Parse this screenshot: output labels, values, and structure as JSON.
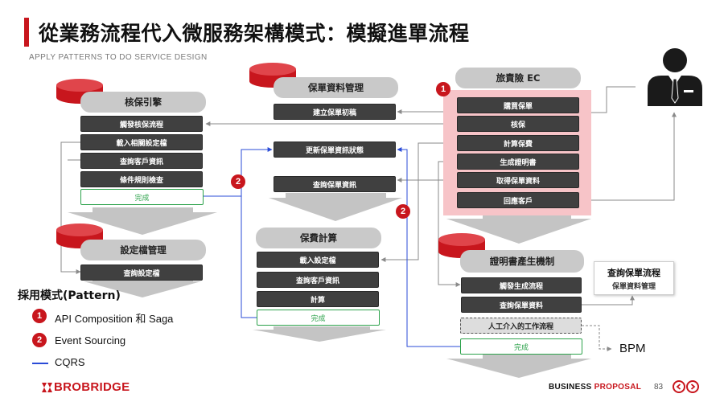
{
  "header": {
    "title": "從業務流程代入微服務架構模式：模擬進單流程",
    "subtitle": "APPLY PATTERNS TO DO SERVICE DESIGN"
  },
  "services": {
    "underwriting": {
      "name": "核保引擎",
      "steps": [
        "觸發核保流程",
        "載入相關設定檔",
        "查詢客戶資訊",
        "條件規則檢查"
      ],
      "done": "完成"
    },
    "config": {
      "name": "設定檔管理",
      "steps": [
        "查詢設定檔"
      ]
    },
    "policy": {
      "name": "保單資料管理",
      "steps": [
        "建立保單初稿",
        "更新保單資訊狀態",
        "查詢保單資訊"
      ]
    },
    "premium": {
      "name": "保費計算",
      "steps": [
        "載入設定檔",
        "查詢客戶資訊",
        "計算"
      ],
      "done": "完成"
    },
    "travel_ec": {
      "name": "旅責險 EC",
      "steps": [
        "購買保單",
        "核保",
        "計算保費",
        "生成證明書",
        "取得保單資料",
        "回應客戶"
      ]
    },
    "certificate": {
      "name": "證明書產生機制",
      "steps": [
        "觸發生成流程",
        "查詢保單資料"
      ],
      "manual": "人工介入的工作流程",
      "done": "完成"
    }
  },
  "query_box": {
    "title": "查詢保單流程",
    "subtitle": "保單資料管理"
  },
  "bpm_label": "BPM",
  "badges": [
    "1",
    "2",
    "2"
  ],
  "legend": {
    "title": "採用模式(Pattern)",
    "items": [
      {
        "marker": "1",
        "label": "API Composition 和 Saga"
      },
      {
        "marker": "2",
        "label": "Event Sourcing"
      },
      {
        "marker": "line",
        "label": "CQRS"
      }
    ]
  },
  "footer": {
    "logo": "BROBRIDGE",
    "proposal_word1": "BUSINESS",
    "proposal_word2": "PROPOSAL",
    "page_number": "83"
  },
  "colors": {
    "brand_red": "#c8161d",
    "cqrs_line": "#2a4bd7",
    "done_green": "#2ca24b",
    "highlight_pink": "#f7c4c8"
  },
  "icons": [
    "database-icon",
    "user-icon",
    "prev-page-icon",
    "next-page-icon"
  ]
}
